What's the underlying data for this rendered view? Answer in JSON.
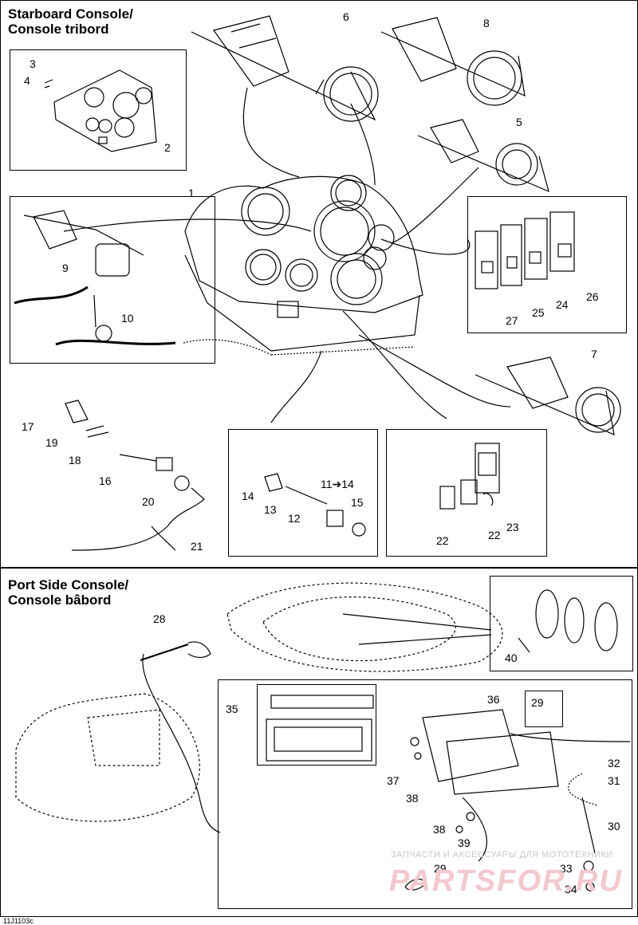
{
  "sections": {
    "starboard": {
      "title_line1": "Starboard Console/",
      "title_line2": "Console tribord"
    },
    "port": {
      "title_line1": "Port Side Console/",
      "title_line2": "Console bâbord"
    }
  },
  "callouts": {
    "c1": "1",
    "c2": "2",
    "c3": "3",
    "c4": "4",
    "c5": "5",
    "c6": "6",
    "c7": "7",
    "c8": "8",
    "c9": "9",
    "c10": "10",
    "c11_14": "11➔14",
    "c12": "12",
    "c13": "13",
    "c14": "14",
    "c15": "15",
    "c16": "16",
    "c17": "17",
    "c18": "18",
    "c19": "19",
    "c20": "20",
    "c21": "21",
    "c22a": "22",
    "c22b": "22",
    "c23": "23",
    "c24": "24",
    "c25": "25",
    "c26": "26",
    "c27": "27",
    "c28": "28",
    "c29a": "29",
    "c29b": "29",
    "c30": "30",
    "c31": "31",
    "c32": "32",
    "c33": "33",
    "c34": "34",
    "c35": "35",
    "c36": "36",
    "c37": "37",
    "c38a": "38",
    "c38b": "38",
    "c39": "39",
    "c40": "40"
  },
  "watermark": {
    "tagline": "ЗАПЧАСТИ И АКСЕССУАРЫ ДЛЯ МОТОТЕХНИКИ",
    "brand": "PARTSFOR.RU"
  },
  "footer": {
    "code": "11J1103c"
  },
  "colors": {
    "line": "#000000",
    "watermark_brand": "#f2c9cf",
    "watermark_text": "#c8c8c8"
  }
}
